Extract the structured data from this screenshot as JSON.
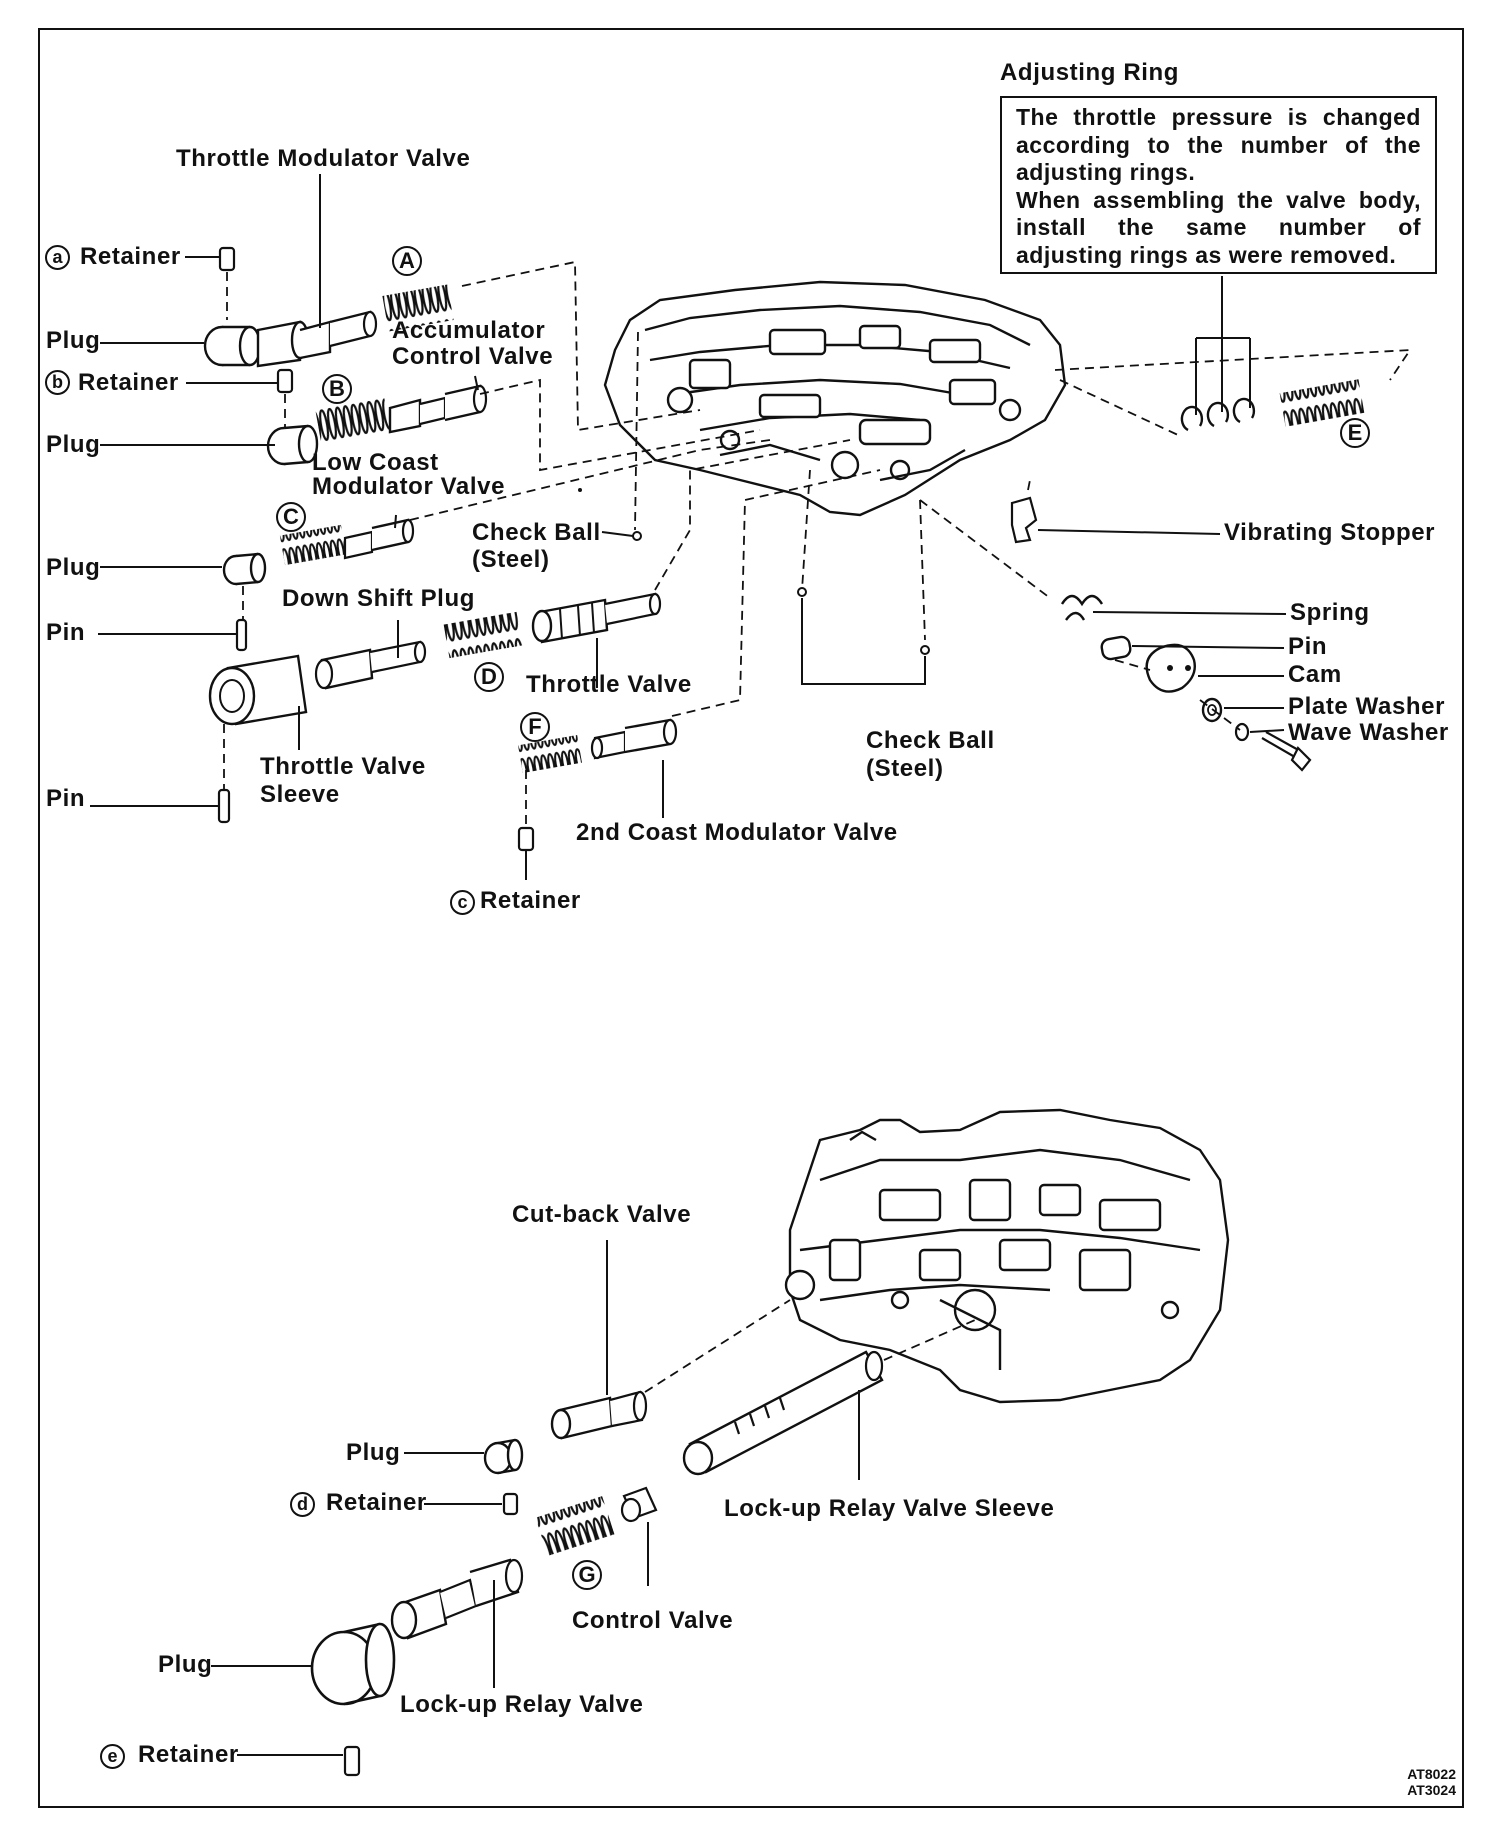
{
  "note": {
    "title": "Adjusting Ring",
    "line1": "The throttle pressure is changed according to the number of the adjusting rings.",
    "line2": "When assembling the valve body, install the same number of adjusting rings as were removed."
  },
  "labels": {
    "throttle_modulator_valve": "Throttle Modulator Valve",
    "retainer_a": "Retainer",
    "plug_1": "Plug",
    "retainer_b": "Retainer",
    "accumulator_control_valve_1": "Accumulator",
    "accumulator_control_valve_2": "Control Valve",
    "plug_2": "Plug",
    "low_coast_1": "Low Coast",
    "low_coast_2": "Modulator Valve",
    "plug_3": "Plug",
    "pin_1": "Pin",
    "down_shift_plug": "Down Shift Plug",
    "check_ball_1a": "Check Ball",
    "check_ball_1b": "(Steel)",
    "throttle_valve": "Throttle Valve",
    "throttle_valve_sleeve_1": "Throttle Valve",
    "throttle_valve_sleeve_2": "Sleeve",
    "pin_2": "Pin",
    "second_coast_modulator_valve": "2nd Coast Modulator Valve",
    "retainer_c": "Retainer",
    "check_ball_2a": "Check Ball",
    "check_ball_2b": "(Steel)",
    "vibrating_stopper": "Vibrating Stopper",
    "spring": "Spring",
    "pin_3": "Pin",
    "cam": "Cam",
    "plate_washer": "Plate Washer",
    "wave_washer": "Wave Washer",
    "cut_back_valve": "Cut-back Valve",
    "plug_4": "Plug",
    "retainer_d": "Retainer",
    "lock_up_relay_valve_sleeve": "Lock-up Relay Valve Sleeve",
    "control_valve": "Control Valve",
    "plug_5": "Plug",
    "lock_up_relay_valve": "Lock-up Relay Valve",
    "retainer_e": "Retainer"
  },
  "springs": {
    "A": "A",
    "B": "B",
    "C": "C",
    "D": "D",
    "E": "E",
    "F": "F",
    "G": "G"
  },
  "retainers": {
    "a": "a",
    "b": "b",
    "c": "c",
    "d": "d",
    "e": "e"
  },
  "code": {
    "line1": "AT8022",
    "line2": "AT3024"
  }
}
